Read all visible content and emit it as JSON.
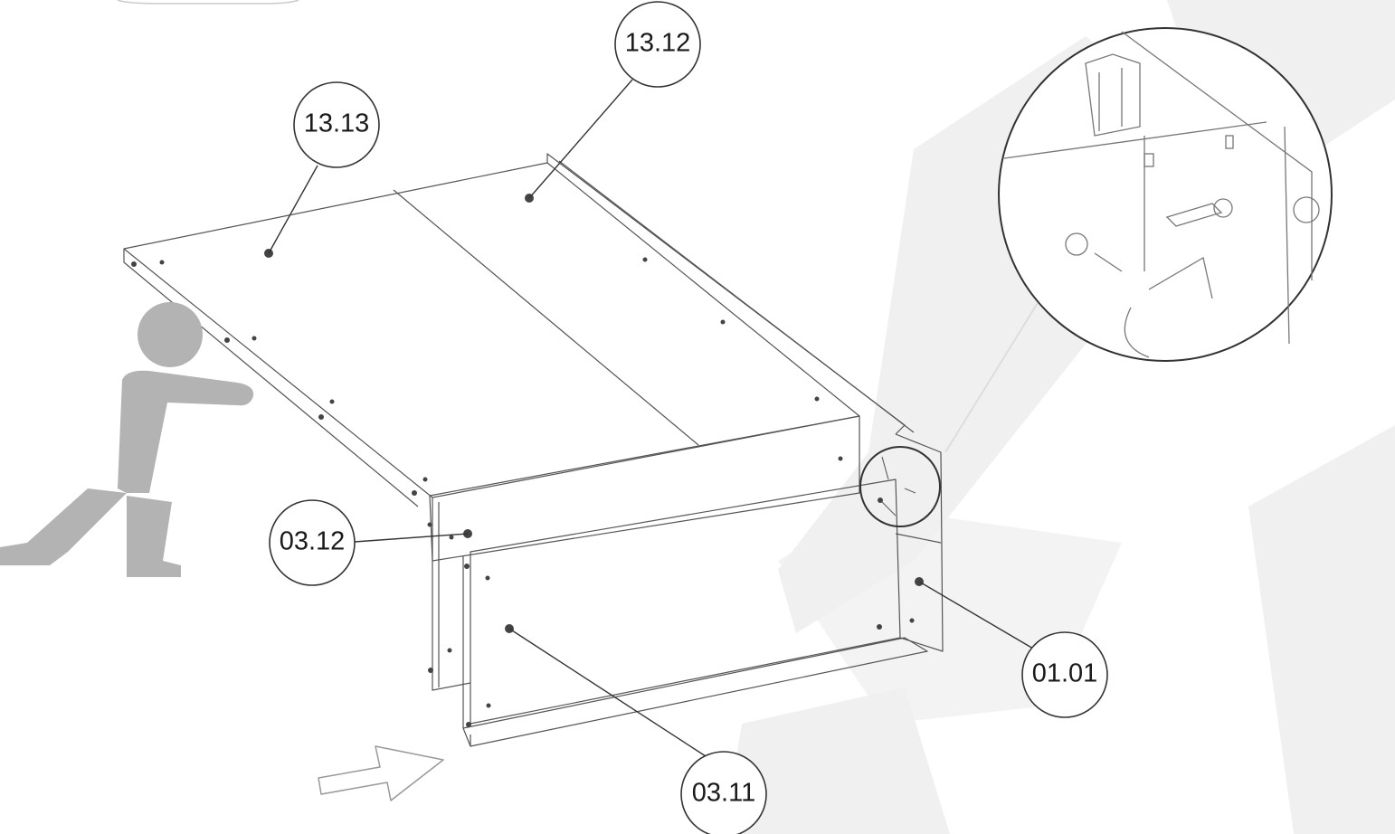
{
  "callouts": [
    {
      "id": "13.12",
      "label": "13.12"
    },
    {
      "id": "13.13",
      "label": "13.13"
    },
    {
      "id": "03.12",
      "label": "03.12"
    },
    {
      "id": "01.01",
      "label": "01.01"
    },
    {
      "id": "03.11",
      "label": "03.11"
    }
  ],
  "colors": {
    "line": "#555555",
    "callout_stroke": "#333333",
    "figure": "#b3b3b3",
    "watermark": "#f0f0f0",
    "hardware_dot": "#444444"
  },
  "icons": {
    "pusher": "person-pushing-icon",
    "direction": "direction-arrow-icon",
    "detail": "magnified-detail-icon"
  }
}
